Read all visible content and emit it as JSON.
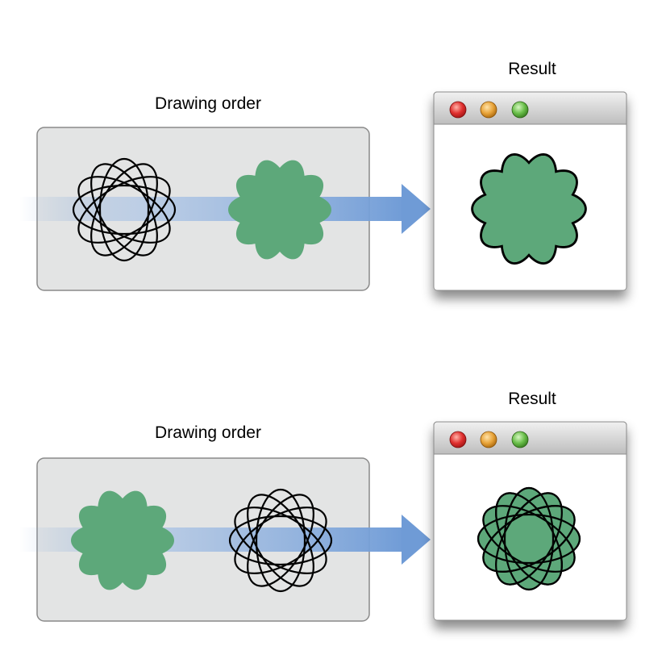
{
  "colors": {
    "panel_fill": "#e3e4e4",
    "panel_stroke": "#8a8a8a",
    "shape_green": "#5da87a",
    "outline": "#000000",
    "arrow_blue": "#6f9bd6",
    "window_title_bar": "#c9c9c9",
    "close_button": "#e0302f",
    "minimize_button": "#e8a43a",
    "zoom_button": "#6abf4a"
  },
  "icons": {
    "outline_shape": "rosette-outline-icon",
    "filled_shape": "green-flower-icon",
    "arrow": "arrow-right-icon"
  },
  "diagrams": [
    {
      "drawing_order_label": "Drawing order",
      "result_label": "Result",
      "drawing_order": [
        "rosette-outline",
        "green-flower"
      ],
      "result": "green flower covering outline"
    },
    {
      "drawing_order_label": "Drawing order",
      "result_label": "Result",
      "drawing_order": [
        "green-flower",
        "rosette-outline"
      ],
      "result": "outline drawn over green flower"
    }
  ]
}
